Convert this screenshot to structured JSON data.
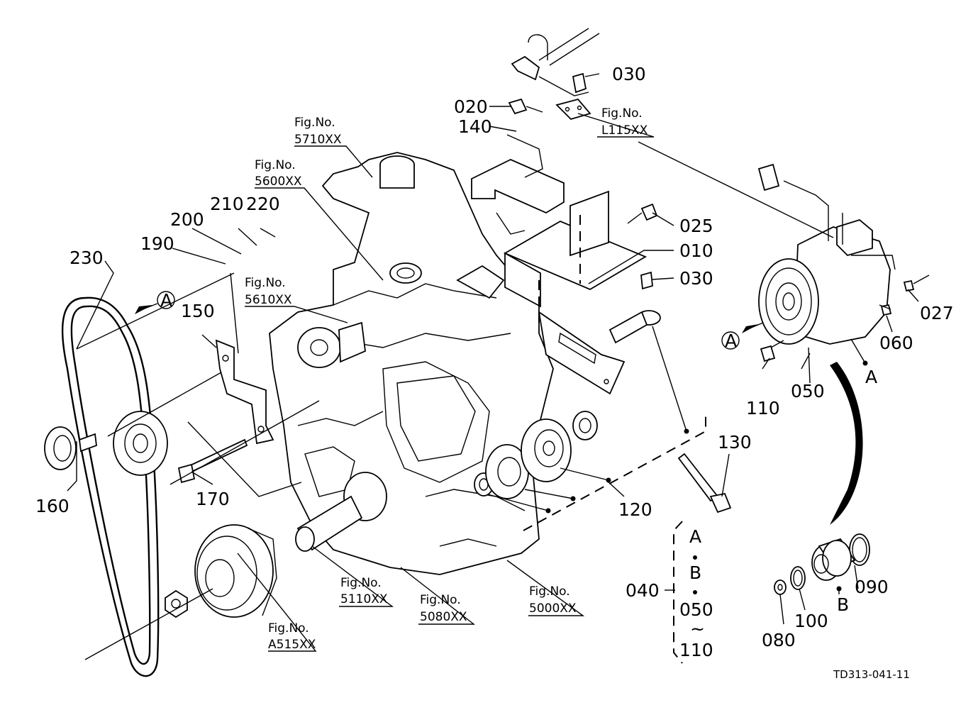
{
  "drawing_code": "TD313-041-11",
  "part_labels": [
    {
      "id": "230",
      "text": "230"
    },
    {
      "id": "190",
      "text": "190"
    },
    {
      "id": "200",
      "text": "200"
    },
    {
      "id": "210",
      "text": "210"
    },
    {
      "id": "220",
      "text": "220"
    },
    {
      "id": "150",
      "text": "150"
    },
    {
      "id": "160",
      "text": "160"
    },
    {
      "id": "170",
      "text": "170"
    },
    {
      "id": "020",
      "text": "020"
    },
    {
      "id": "140",
      "text": "140"
    },
    {
      "id": "030a",
      "text": "030"
    },
    {
      "id": "025",
      "text": "025"
    },
    {
      "id": "010",
      "text": "010"
    },
    {
      "id": "030b",
      "text": "030"
    },
    {
      "id": "027",
      "text": "027"
    },
    {
      "id": "060",
      "text": "060"
    },
    {
      "id": "110",
      "text": "110"
    },
    {
      "id": "050",
      "text": "050"
    },
    {
      "id": "A_comp",
      "text": "A"
    },
    {
      "id": "130",
      "text": "130"
    },
    {
      "id": "120",
      "text": "120"
    },
    {
      "id": "040",
      "text": "040"
    },
    {
      "id": "090",
      "text": "090"
    },
    {
      "id": "080",
      "text": "080"
    },
    {
      "id": "100",
      "text": "100"
    },
    {
      "id": "B",
      "text": "B"
    }
  ],
  "group_040": {
    "l1": "A",
    "l2": "B",
    "l3": "050",
    "l4": "~",
    "l5": "110"
  },
  "fig_refs": [
    {
      "id": "5710",
      "title": "Fig.No.",
      "code": "5710XX"
    },
    {
      "id": "5600",
      "title": "Fig.No.",
      "code": "5600XX"
    },
    {
      "id": "5610",
      "title": "Fig.No.",
      "code": "5610XX"
    },
    {
      "id": "L115",
      "title": "Fig.No.",
      "code": "L115XX"
    },
    {
      "id": "5110",
      "title": "Fig.No.",
      "code": "5110XX"
    },
    {
      "id": "5080",
      "title": "Fig.No.",
      "code": "5080XX"
    },
    {
      "id": "5000",
      "title": "Fig.No.",
      "code": "5000XX"
    },
    {
      "id": "A515",
      "title": "Fig.No.",
      "code": "A515XX"
    }
  ],
  "view_markers": [
    {
      "id": "left",
      "text": "A"
    },
    {
      "id": "right",
      "text": "A"
    }
  ]
}
